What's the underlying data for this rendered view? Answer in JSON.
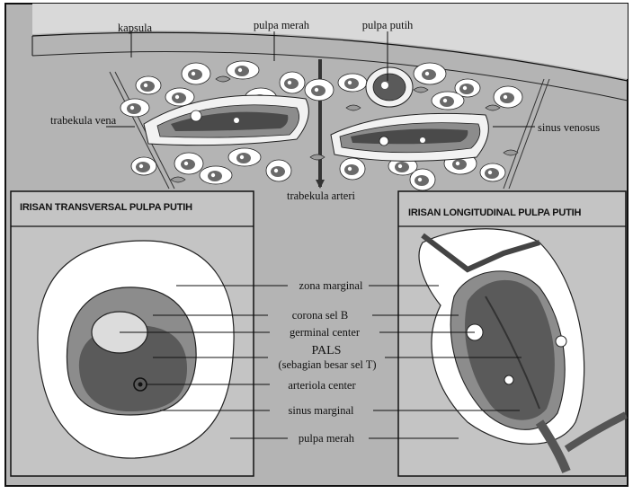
{
  "top": {
    "kapsula": "kapsula",
    "pulpa_merah": "pulpa merah",
    "pulpa_putih": "pulpa putih",
    "trabekula_vena": "trabekula vena",
    "sinus_venosus": "sinus venosus",
    "trabekula_arteri": "trabekula arteri"
  },
  "panels": {
    "left_title": "IRISAN TRANSVERSAL PULPA PUTIH",
    "right_title": "IRISAN LONGITUDINAL PULPA PUTIH"
  },
  "center_labels": {
    "zona_marginal": "zona marginal",
    "corona": "corona sel B",
    "germinal": "germinal center",
    "pals": "PALS",
    "pals_sub": "(sebagian besar sel T)",
    "arteriola": "arteriola center",
    "sinus_marginal": "sinus marginal",
    "pulpa_merah": "pulpa merah"
  },
  "colors": {
    "gray_bg": "#b4b4b4",
    "panel_bg": "#c4c4c4",
    "dark_tissue": "#5a5a5a",
    "mid_tissue": "#8c8c8c",
    "white": "#ffffff"
  }
}
